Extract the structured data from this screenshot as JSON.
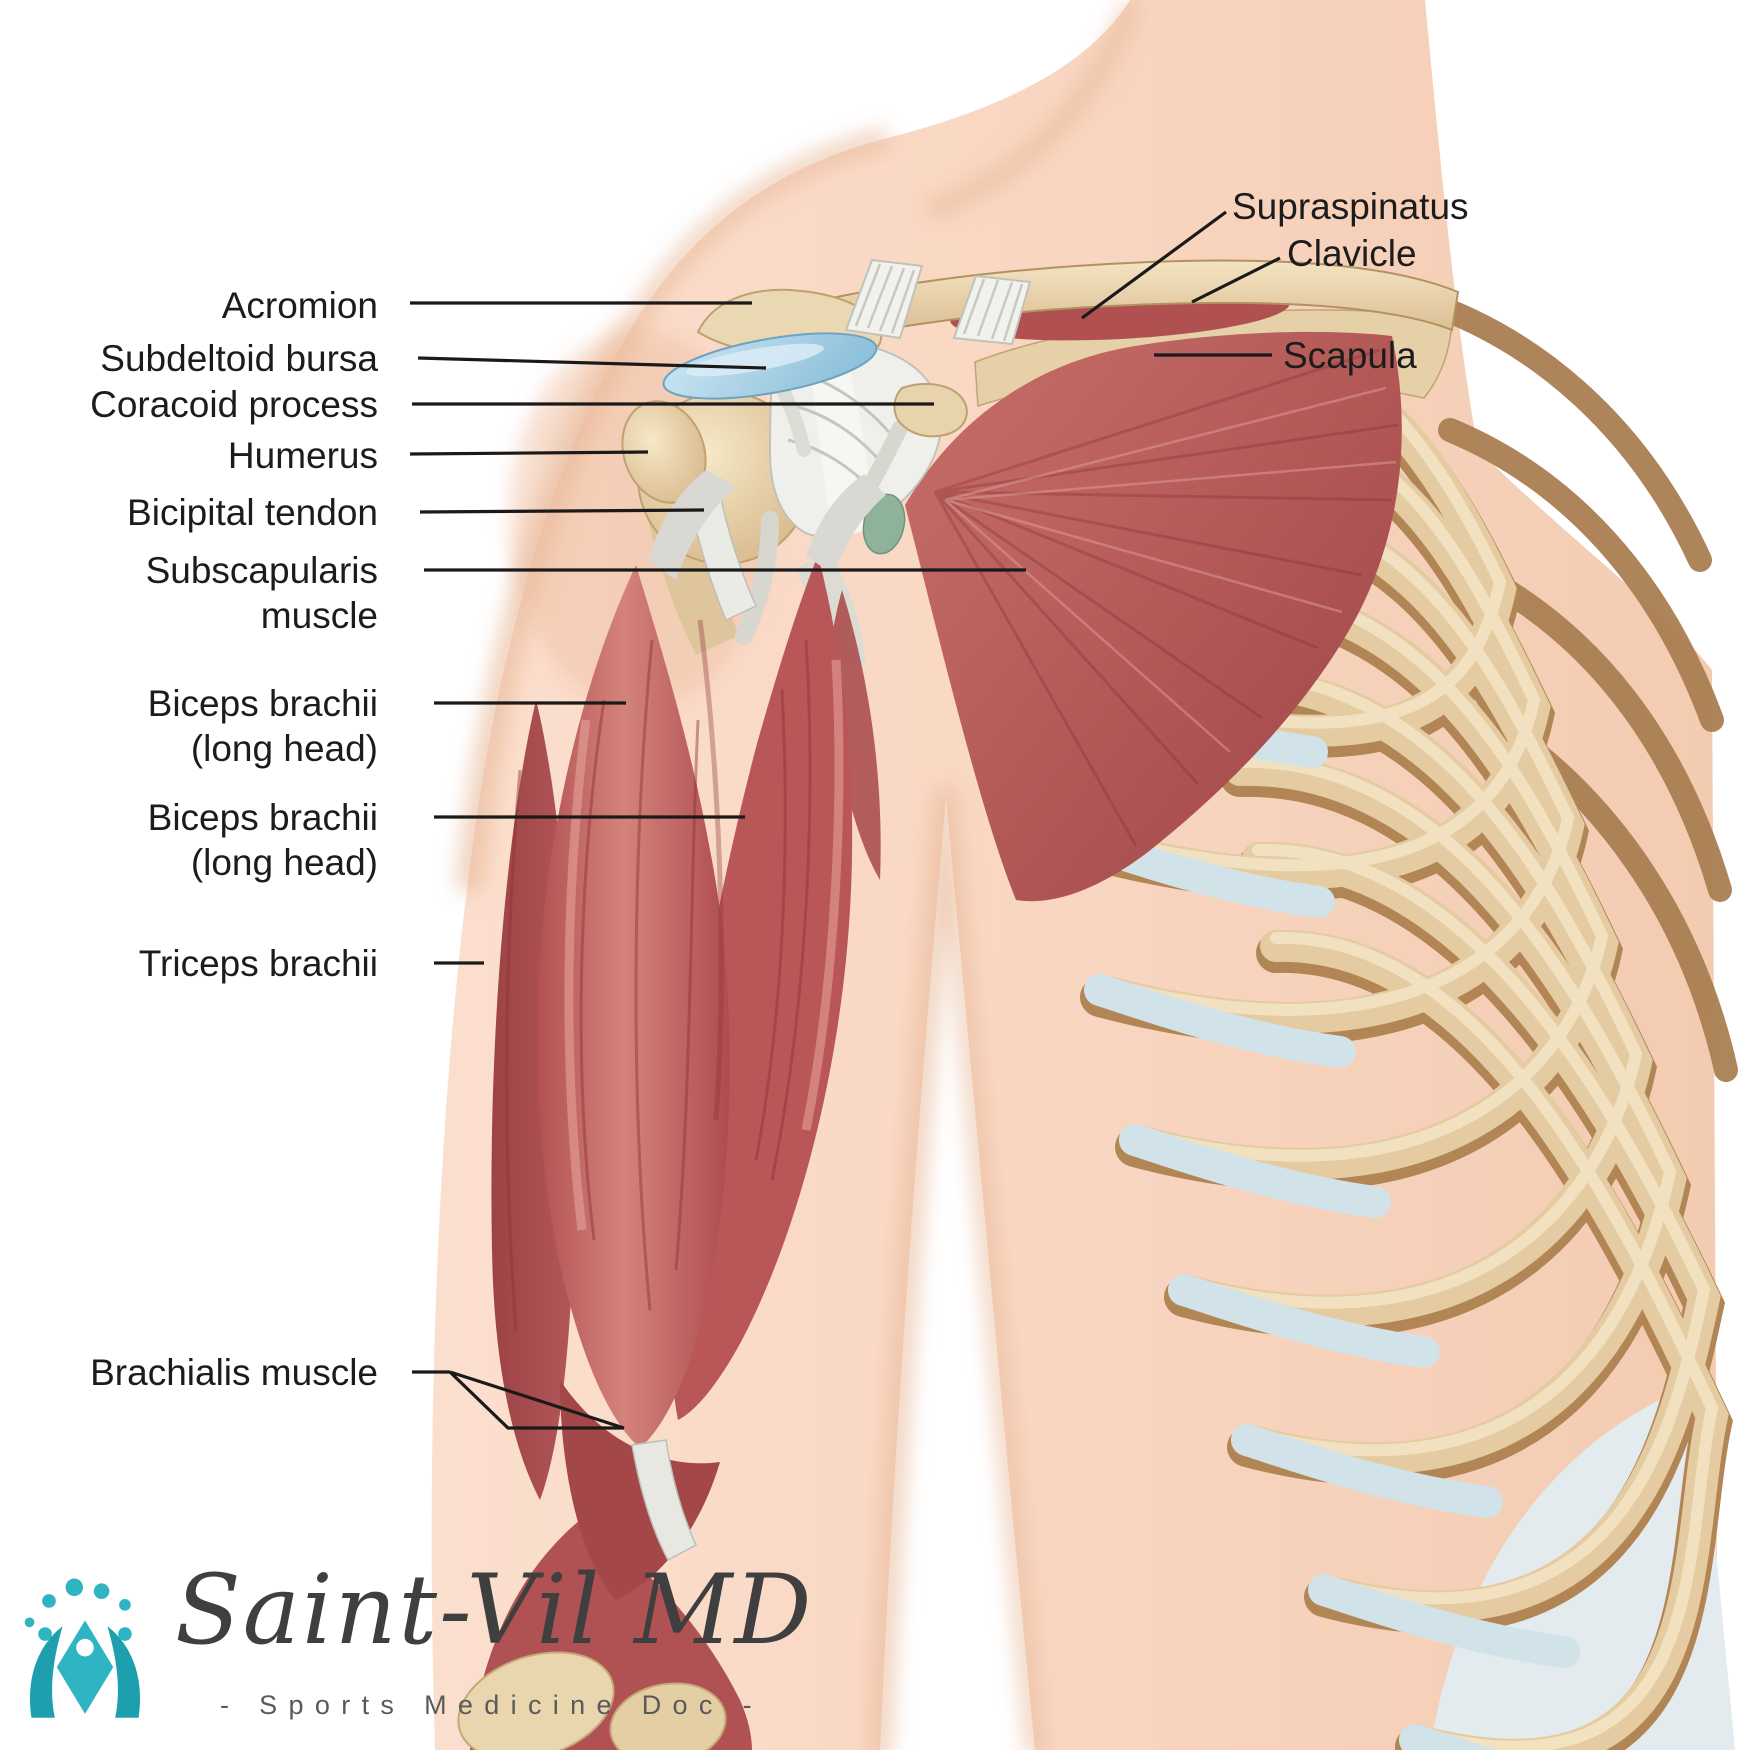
{
  "labels": {
    "acromion": {
      "line1": "Acromion"
    },
    "subdeltoid_bursa": {
      "line1": "Subdeltoid bursa"
    },
    "coracoid_process": {
      "line1": "Coracoid process"
    },
    "humerus": {
      "line1": "Humerus"
    },
    "bicipital_tendon": {
      "line1": "Bicipital tendon"
    },
    "subscapularis": {
      "line1": "Subscapularis",
      "line2": "muscle"
    },
    "biceps_brachii_upper": {
      "line1": "Biceps brachii",
      "line2": "(long head)"
    },
    "biceps_brachii_lower": {
      "line1": "Biceps brachii",
      "line2": "(long head)"
    },
    "triceps_brachii": {
      "line1": "Triceps brachii"
    },
    "brachialis_muscle": {
      "line1": "Brachialis muscle"
    },
    "supraspinatus": {
      "line1": "Supraspinatus"
    },
    "clavicle": {
      "line1": "Clavicle"
    },
    "scapula": {
      "line1": "Scapula"
    }
  },
  "logo": {
    "name": "Saint-Vil MD",
    "tagline": "- Sports Medicine Doc -"
  },
  "colors": {
    "skin": "#f8d6c2",
    "bone": "#e4cba1",
    "bone_shadow": "#b28555",
    "muscle_red": "#bd5a5b",
    "muscle_dark": "#a84b4d",
    "bursa_blue": "#a9cfe2",
    "cartilage_blue": "#d2e2e9",
    "logo_teal": "#2fb4c4",
    "label_text": "#1c1c1c"
  }
}
